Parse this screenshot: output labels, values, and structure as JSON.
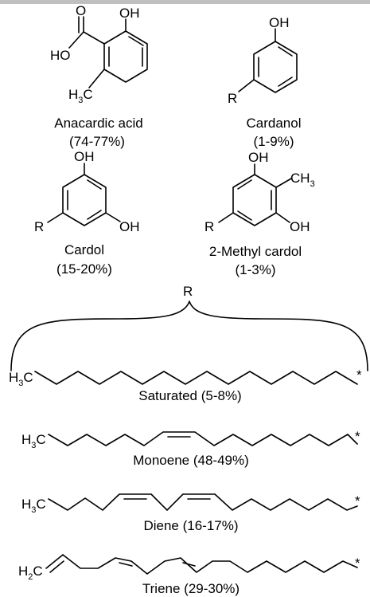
{
  "compounds": [
    {
      "name": "Anacardic acid",
      "percent": "(74-77%)"
    },
    {
      "name": "Cardanol",
      "percent": "(1-9%)"
    },
    {
      "name": "Cardol",
      "percent": "(15-20%)"
    },
    {
      "name": "2-Methyl cardol",
      "percent": "(1-3%)"
    }
  ],
  "atoms": {
    "O": "O",
    "HO": "HO",
    "OH": "OH",
    "H": "H",
    "C": "C",
    "R": "R",
    "CH": "CH",
    "sub3": "3",
    "sub2": "2",
    "star": "*"
  },
  "brace_label": "R",
  "chains": [
    {
      "name": "Saturated (5-8%)"
    },
    {
      "name": "Monoene (48-49%)"
    },
    {
      "name": "Diene  (16-17%)"
    },
    {
      "name": "Triene (29-30%)"
    }
  ],
  "colors": {
    "line": "#000000",
    "topbar": "#bfbfbf"
  }
}
